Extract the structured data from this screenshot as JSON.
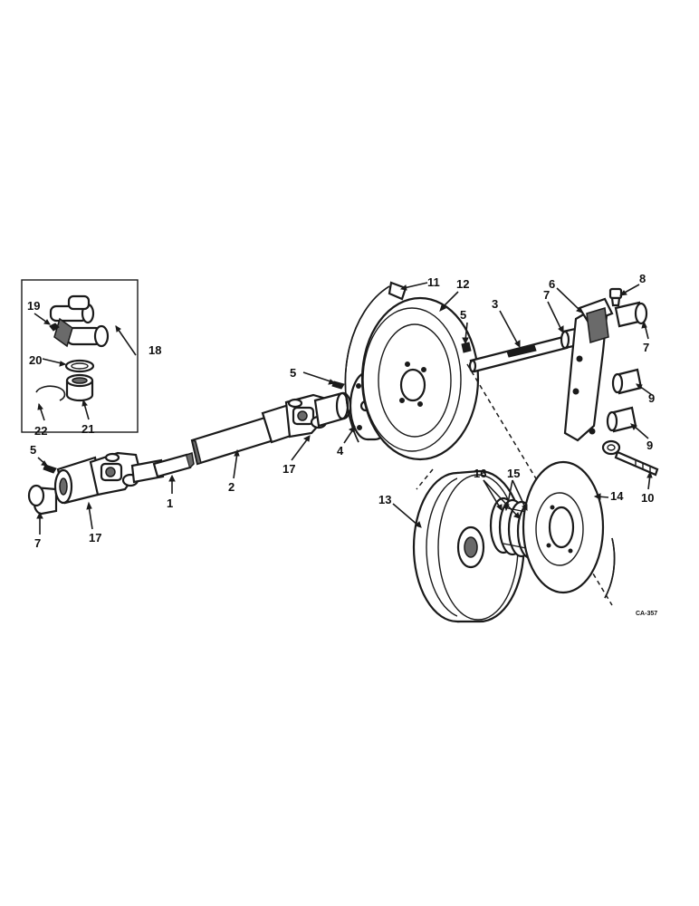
{
  "callouts": {
    "c1": "1",
    "c2": "2",
    "c3": "3",
    "c4": "4",
    "c5a": "5",
    "c5b": "5",
    "c5c": "5",
    "c6": "6",
    "c7a": "7",
    "c7b": "7",
    "c7c": "7",
    "c8": "8",
    "c9a": "9",
    "c9b": "9",
    "c10": "10",
    "c11": "11",
    "c12": "12",
    "c13": "13",
    "c14": "14",
    "c15": "15",
    "c16": "16",
    "c17a": "17",
    "c17b": "17",
    "c18": "18",
    "c19": "19",
    "c20": "20",
    "c21": "21",
    "c22": "22"
  },
  "drawing_code": "CA-357",
  "colors": {
    "ink": "#1a1a1a",
    "paper": "#ffffff",
    "shade": "#6a6a6a"
  }
}
